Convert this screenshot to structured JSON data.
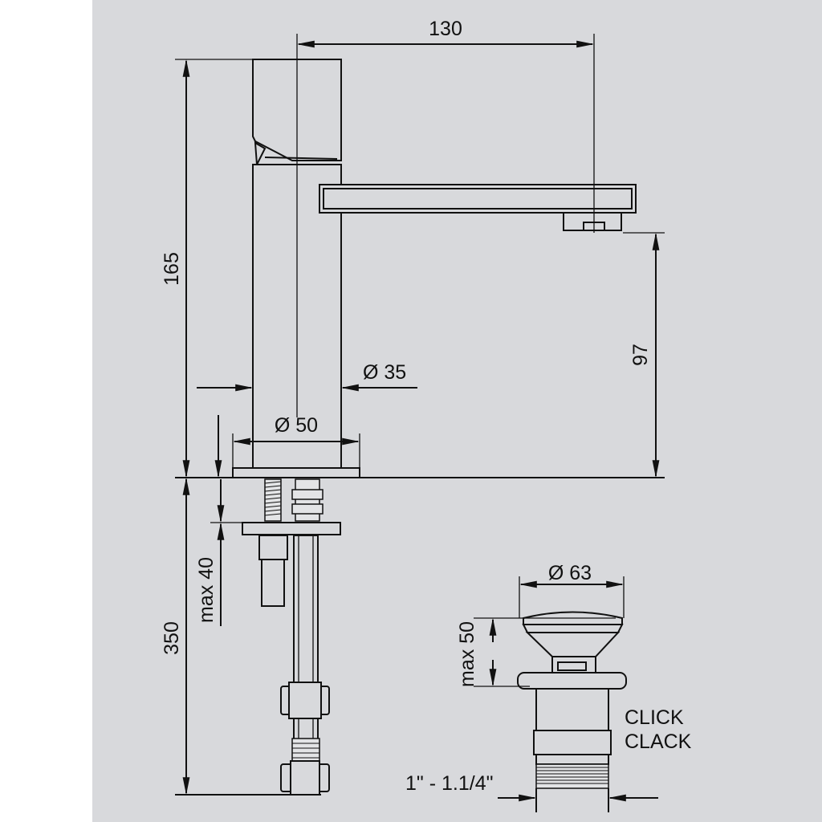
{
  "dimensions": {
    "spout_reach": "130",
    "total_height": "165",
    "spout_height": "97",
    "body_diameter": "Ø 35",
    "base_diameter": "Ø 50",
    "below_deck_length": "350",
    "max_deck_thickness": "max 40",
    "waste_cap_diameter": "Ø 63",
    "waste_max_thickness": "max 50",
    "thread_size": "1\" - 1.1/4\""
  },
  "waste": {
    "name_line1": "CLICK",
    "name_line2": "CLACK"
  },
  "colors": {
    "background": "#d8d9dc",
    "lines": "#111111"
  }
}
